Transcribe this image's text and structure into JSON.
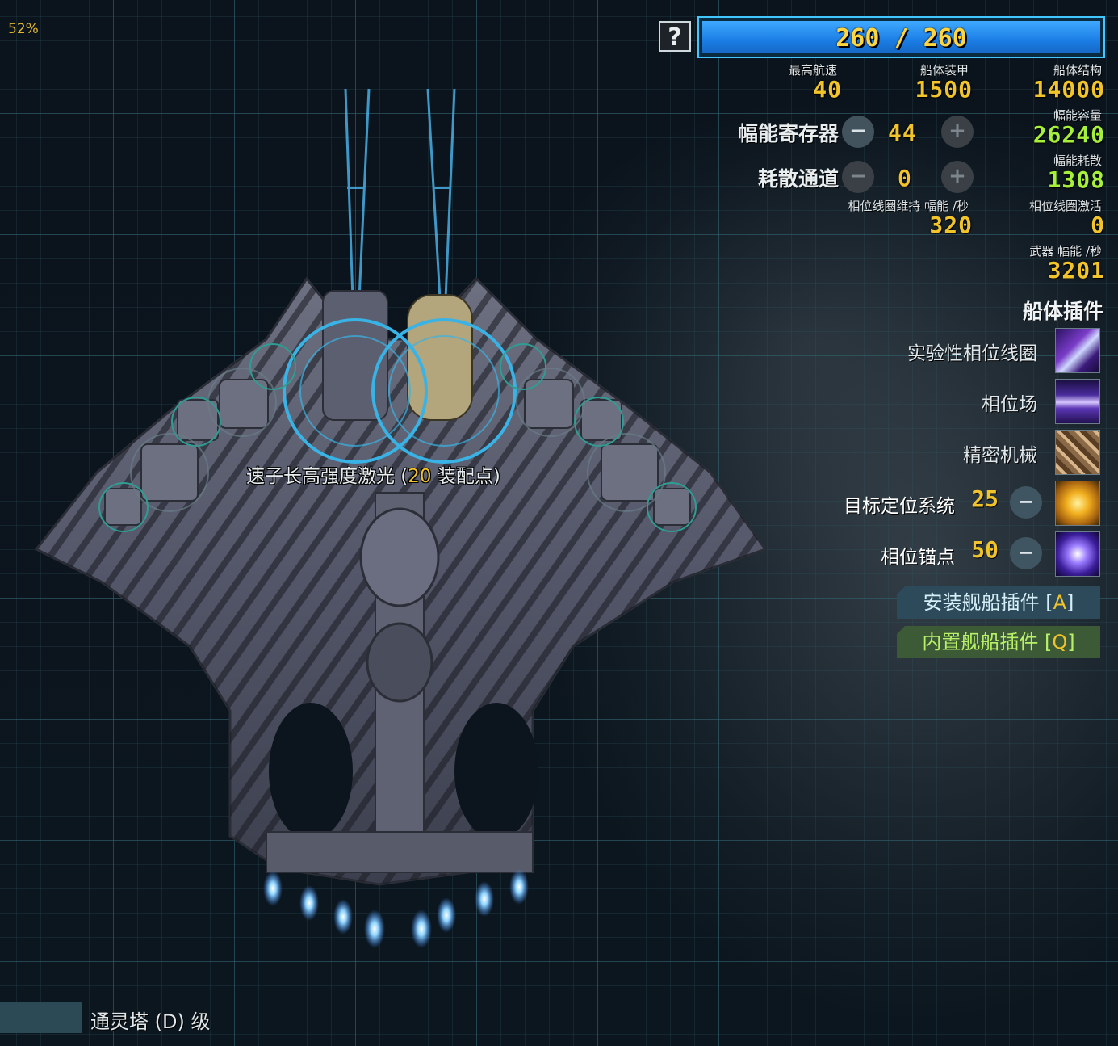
{
  "zoom_label": "52%",
  "help_label": "?",
  "flux_capacity_bar": {
    "current": "260",
    "max": "260",
    "separator": "/",
    "fill_fraction": 1.0
  },
  "stats": {
    "max_speed": {
      "label": "最高航速",
      "value": "40"
    },
    "armor": {
      "label": "船体装甲",
      "value": "1500"
    },
    "hull": {
      "label": "船体结构",
      "value": "14000"
    },
    "flux_capacity": {
      "label": "幅能容量",
      "value": "26240"
    },
    "flux_dissipation": {
      "label": "幅能耗散",
      "value": "1308"
    },
    "phase_upkeep": {
      "label": "相位线圈维持 幅能 /秒",
      "value": "320"
    },
    "phase_activation": {
      "label": "相位线圈激活",
      "value": "0"
    },
    "weapon_flux": {
      "label": "武器 幅能 /秒",
      "value": "3201"
    }
  },
  "capacitors": {
    "label": "幅能寄存器",
    "value": "44",
    "minus": "−",
    "plus": "+"
  },
  "vents": {
    "label": "耗散通道",
    "value": "0",
    "minus": "−",
    "plus": "+"
  },
  "hullmods_title": "船体插件",
  "hullmods": [
    {
      "name": "实验性相位线圈",
      "icon": "phase-coil-icon",
      "cost": ""
    },
    {
      "name": "相位场",
      "icon": "phase-field-icon",
      "cost": ""
    },
    {
      "name": "精密机械",
      "icon": "precision-machinery-icon",
      "cost": ""
    },
    {
      "name": "目标定位系统",
      "icon": "targeting-system-icon",
      "cost": "25"
    },
    {
      "name": "相位锚点",
      "icon": "phase-anchor-icon",
      "cost": "50"
    }
  ],
  "hullmod_minus": "−",
  "install_button": {
    "label": "安装舰船插件 [",
    "key": "A",
    "end": "]"
  },
  "builtin_button": {
    "label": "内置舰船插件 [",
    "key": "Q",
    "end": "]"
  },
  "tooltip": {
    "prefix": "速子长高强度激光 (",
    "points": "20",
    "suffix": " 装配点)"
  },
  "ship_class": "通灵塔 (D) 级",
  "colors": {
    "accent_yellow": "#f0c42a",
    "accent_green": "#a6ef3a",
    "flux_blue": "#1b7ee5",
    "grid": "#30606e"
  }
}
